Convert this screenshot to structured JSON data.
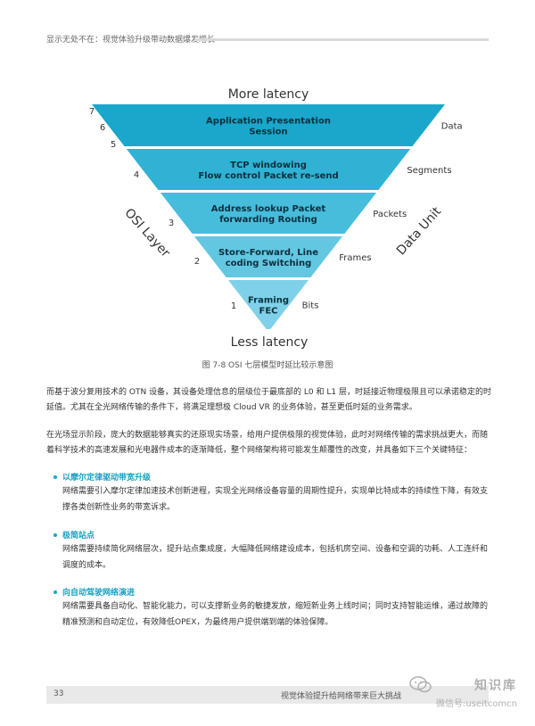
{
  "header": {
    "title": "显示无处不在：视觉体验升级带动数据爆发增长"
  },
  "figure": {
    "top_label": "More latency",
    "bottom_label": "Less latency",
    "left_axis_label": "OSI Layer",
    "right_axis_label": "Data Unit",
    "layer_numbers": [
      "7",
      "6",
      "5",
      "4",
      "3",
      "2",
      "1"
    ],
    "bands": [
      {
        "line1": "Application Presentation",
        "line2": "Session",
        "unit": "Data",
        "color": "#1aa7cb"
      },
      {
        "line1": "TCP windowing",
        "line2": "Flow control Packet re-send",
        "unit": "Segments",
        "color": "#2fb2d3"
      },
      {
        "line1": "Address lookup Packet",
        "line2": "forwarding Routing",
        "unit": "Packets",
        "color": "#47bcdb"
      },
      {
        "line1": "Store-Forward, Line",
        "line2": "coding Switching",
        "unit": "Frames",
        "color": "#63c7e2"
      },
      {
        "line1": "Framing",
        "line2": "FEC",
        "unit": "Bits",
        "color": "#7ed1e8"
      }
    ],
    "caption": "图 7-8 OSI 七层模型时延比较示意图"
  },
  "body": {
    "para1": "而基于波分复用技术的 OTN 设备，其设备处理信息的层级位于最底部的 L0 和 L1 层，时延接近物理极限且可以承诺稳定的时延值。尤其在全光网络传输的条件下，将满足理想极 Cloud VR 的业务体验，甚至更低时延的业务需求。",
    "para2": "在光场显示阶段，庞大的数据能够真实的还原现实场景，给用户提供极限的视觉体验，此时对网络传输的需求挑战更大，而随着科学技术的高速发展和光电器件成本的逐渐降低，整个网络架构将可能发生颠覆性的改变，并具备如下三个关键特征："
  },
  "bullets": [
    {
      "title": "以摩尔定律驱动带宽升级",
      "text": "网络需要引入摩尔定律加速技术创新进程，实现全光网络设备容量的周期性提升，实现单比特成本的持续性下降，有效支撑各类创新性业务的带宽诉求。"
    },
    {
      "title": "极简站点",
      "text": "网络需要持续简化网络层次，提升站点集成度，大幅降低网络建设成本，包括机房空间、设备和空调的功耗、人工连纤和调度的成本。"
    },
    {
      "title": "向自动驾驶网络演进",
      "text": "网络需要具备自动化、智能化能力，可以支撑新业务的敏捷发放，缩短新业务上线时间；同时支持智能运维，通过故障的精准预测和自动定位，有效降低OPEX，为最终用户提供端到端的体验保障。"
    }
  ],
  "footer": {
    "page_number": "33",
    "title": "视觉体验提升给网络带来巨大挑战"
  },
  "watermark": {
    "line1": "知识库",
    "line2": "微信号:useitcomcn"
  }
}
